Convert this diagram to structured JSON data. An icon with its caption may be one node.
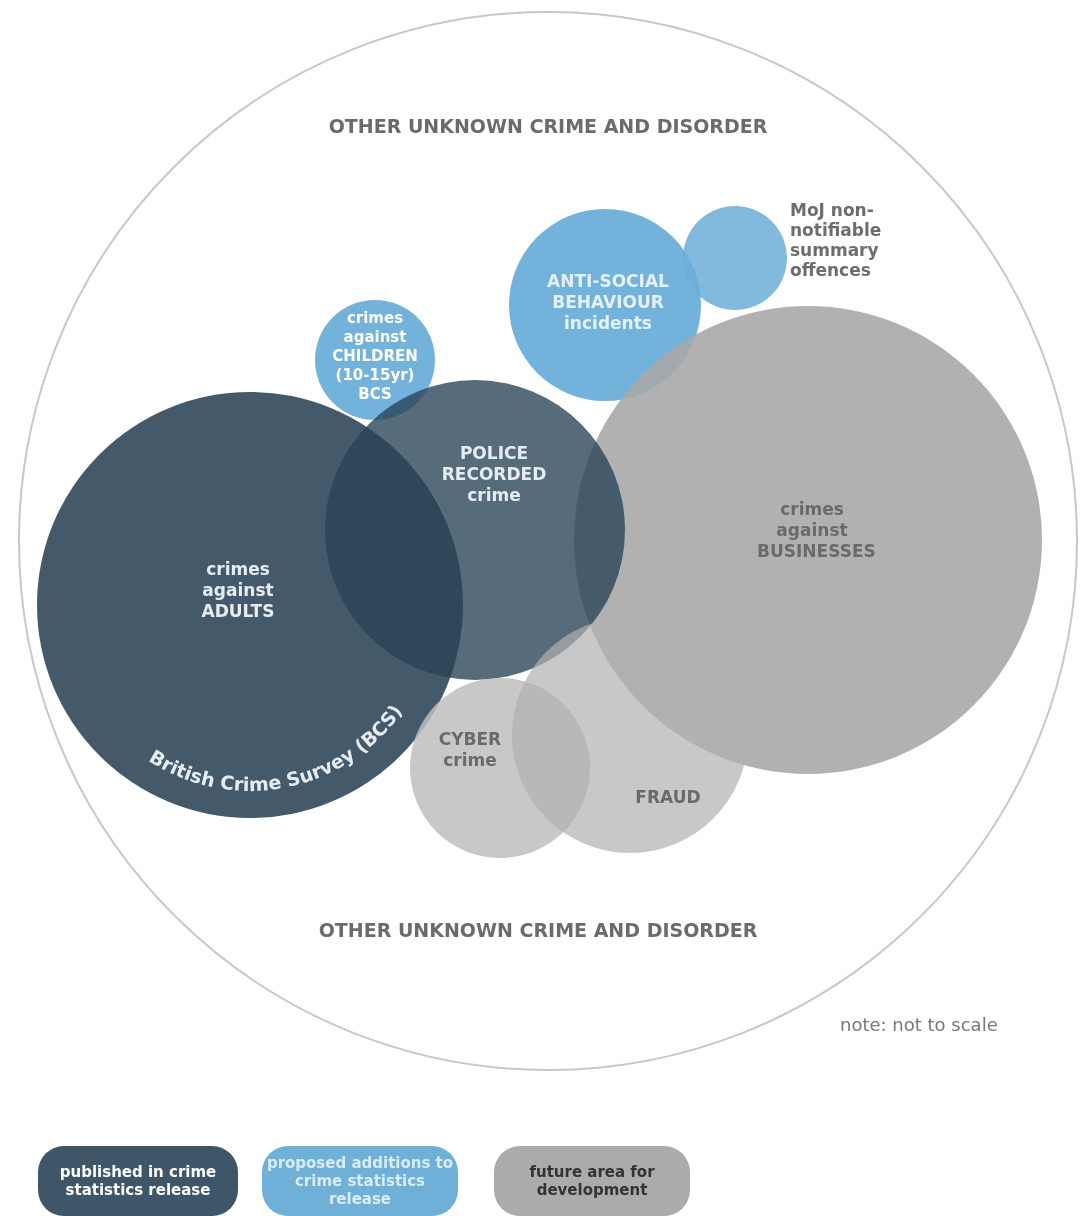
{
  "diagram": {
    "nodes": [
      {
        "text": [
          "OTHER UNKNOWN CRIME AND DISORDER",
          "OTHER UNKNOWN CRIME AND DISORDER"
        ]
      },
      {
        "text": [
          "crimes against CHILDREN (10-15yr) BCS"
        ],
        "in": 0
      },
      {
        "text": [
          "ANTI-SOCIAL BEHAVIOUR incidents"
        ],
        "in": 0
      },
      {
        "text": [],
        "shape": "circle",
        "beside": [
          "MoJ non-notifiable summary offences"
        ],
        "in": 0
      },
      {
        "text": [
          "crimes against BUSINESSES"
        ],
        "in": 0
      },
      {
        "text": [
          "crimes against ADULTS",
          "British Crime Survey (BCS)"
        ],
        "in": 0
      },
      {
        "text": [
          "POLICE RECORDED crime"
        ],
        "in": 0
      },
      {
        "text": [
          "CYBER crime"
        ],
        "in": 0
      },
      {
        "text": [
          "FRAUD"
        ],
        "in": 0
      }
    ],
    "labels": [
      "note: not to scale"
    ],
    "legend": [
      {
        "text": "published in crime statistics release",
        "color": "#3f5669"
      },
      {
        "text": "proposed additions to crime statistics release",
        "color": "#6fb0d9"
      },
      {
        "text": "future area for development",
        "color": "#ababab"
      }
    ]
  }
}
